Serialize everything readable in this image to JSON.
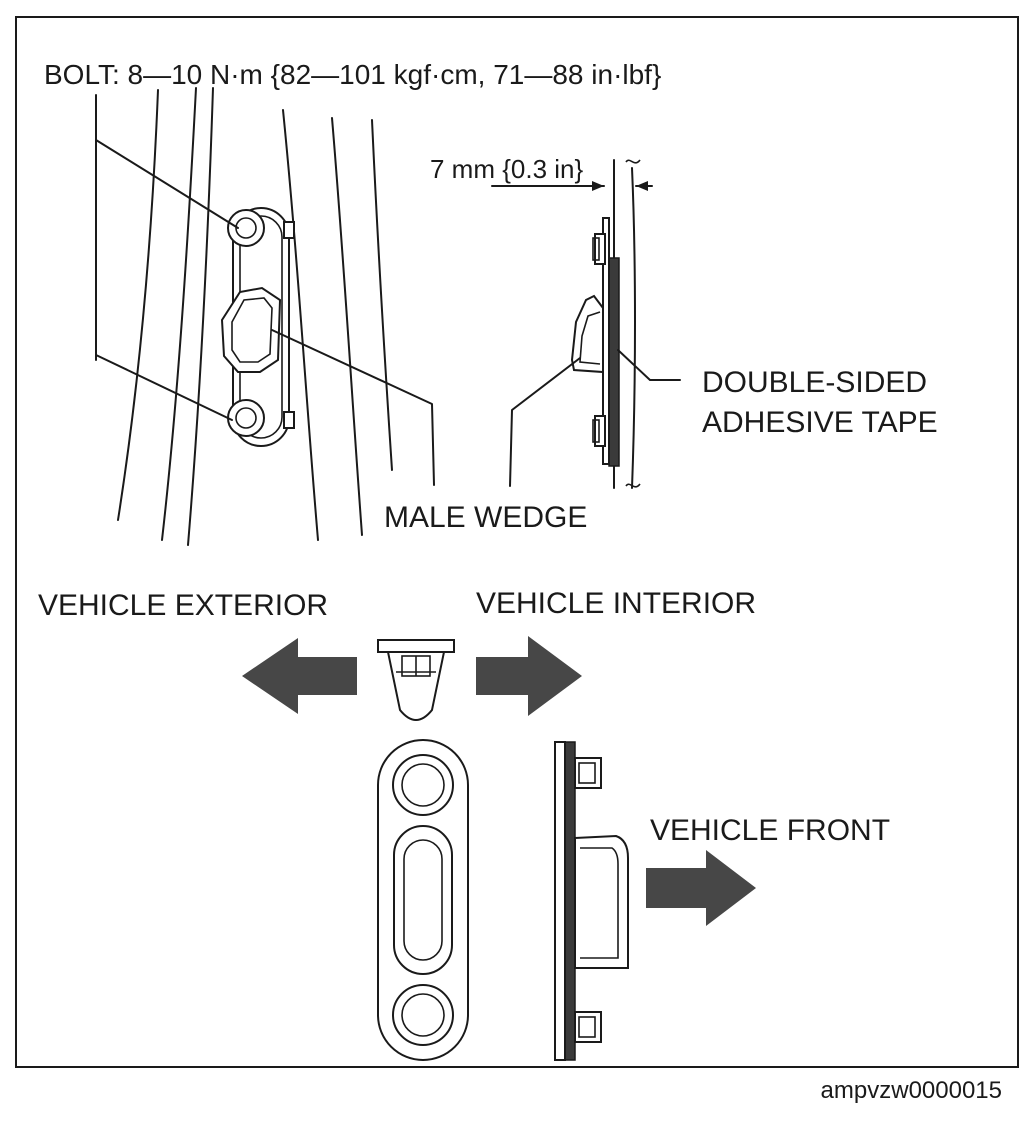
{
  "labels": {
    "bolt_spec": "BOLT: 8—10 N·m {82—101 kgf·cm, 71—88 in·lbf}",
    "dimension": "7 mm {0.3 in}",
    "tape_line1": "DOUBLE-SIDED",
    "tape_line2": "ADHESIVE TAPE",
    "male_wedge": "MALE WEDGE",
    "vehicle_exterior": "VEHICLE EXTERIOR",
    "vehicle_interior": "VEHICLE INTERIOR",
    "vehicle_front": "VEHICLE FRONT"
  },
  "figure_id": "ampvzw0000015",
  "colors": {
    "line": "#1a1a1a",
    "arrow": "#474747",
    "fill_dark": "#3a3a3a"
  }
}
